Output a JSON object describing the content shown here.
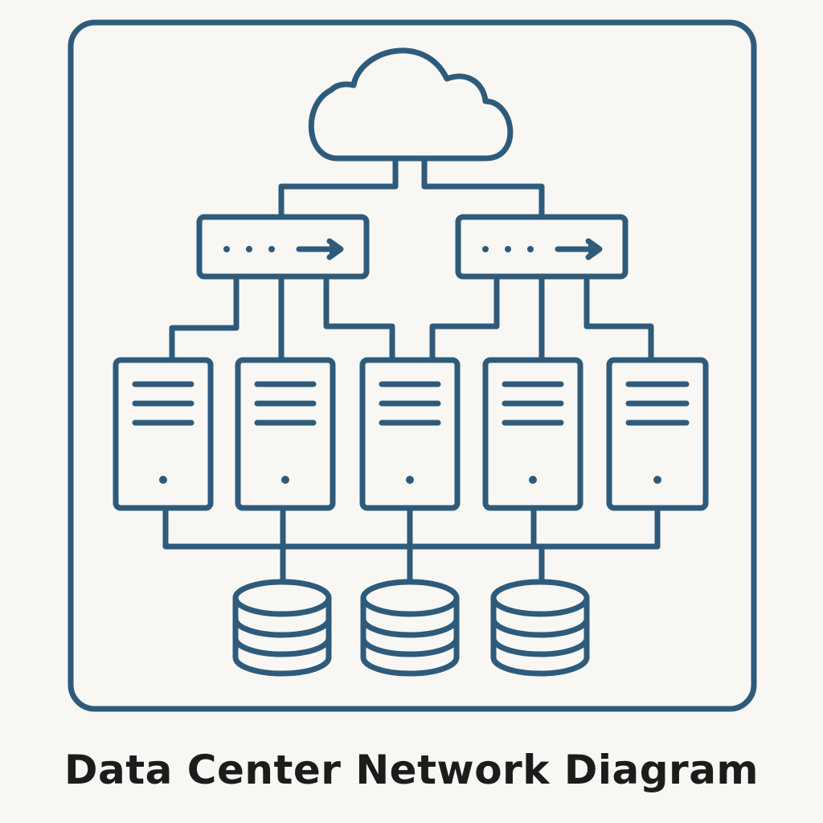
{
  "title": "Data Center Network Diagram",
  "colors": {
    "stroke": "#2e5b7b",
    "background": "#f8f7f3",
    "title_text": "#1c1c1c"
  },
  "diagram": {
    "icons": [
      "cloud-icon",
      "switch-icon",
      "server-icon",
      "database-icon"
    ],
    "switch_count": 2,
    "server_count": 5,
    "database_count": 3
  }
}
